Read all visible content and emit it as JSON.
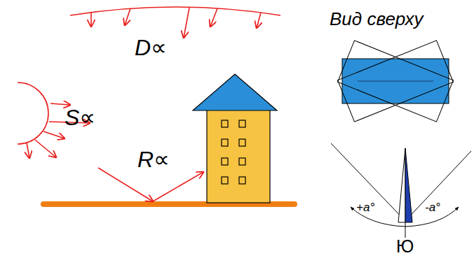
{
  "diagram": {
    "labels": [
      "D∝",
      "S∝",
      "R∝",
      "Вид сверху",
      "+a°",
      "-a°",
      "Ю"
    ]
  }
}
